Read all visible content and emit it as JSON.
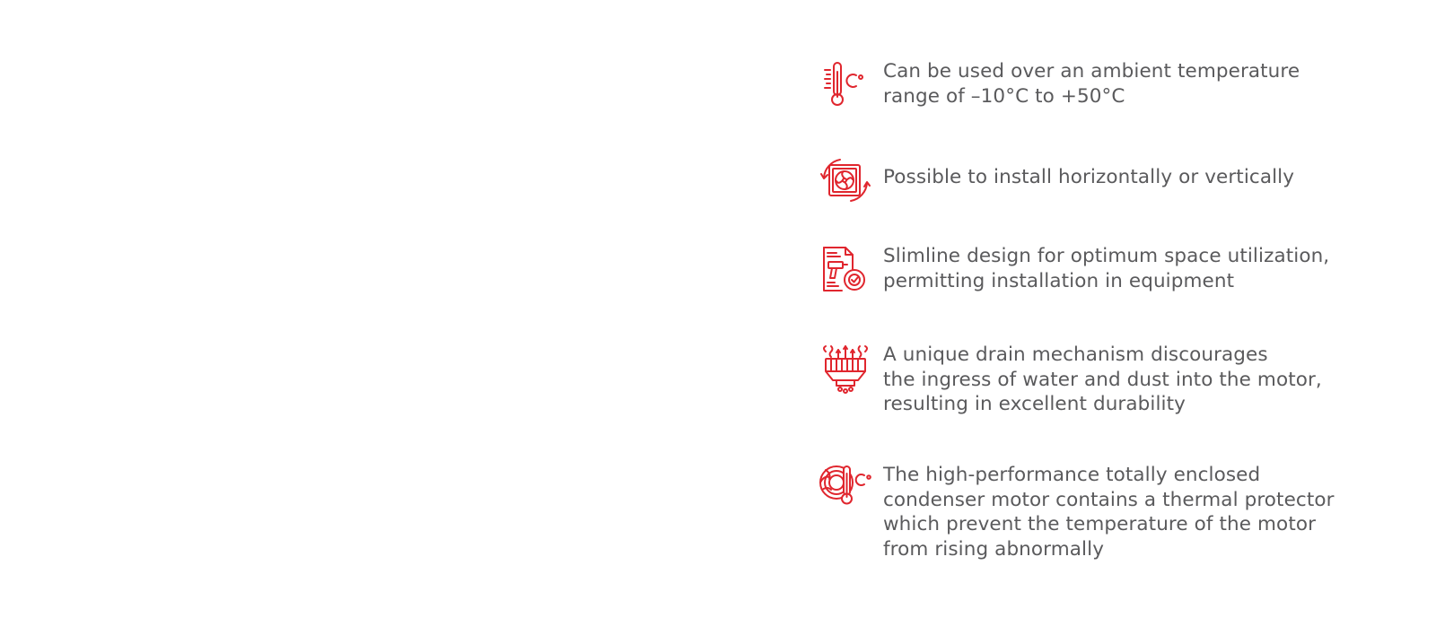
{
  "accent_color": "#e0262e",
  "text_color": "#5a5a5c",
  "features": [
    {
      "icon": "thermometer-celsius-icon",
      "text": "Can be used over an ambient temperature\nrange of –10°C to +50°C"
    },
    {
      "icon": "rotating-fan-icon",
      "text": "Possible to install horizontally or vertically"
    },
    {
      "icon": "drill-document-check-icon",
      "text": "Slimline design for optimum space utilization,\npermitting installation in equipment"
    },
    {
      "icon": "drain-mechanism-icon",
      "text": "A unique drain mechanism discourages\nthe ingress of water and dust into the motor,\nresulting in excellent durability"
    },
    {
      "icon": "motor-thermal-protector-icon",
      "text": "The high-performance totally enclosed\ncondenser motor contains a thermal protector\nwhich prevent the temperature of the motor\nfrom rising abnormally"
    }
  ]
}
